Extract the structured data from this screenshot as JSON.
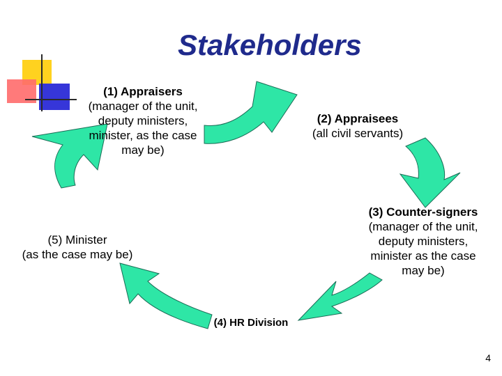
{
  "title": "Stakeholders",
  "colors": {
    "title": "#1f2a8c",
    "arrow_fill": "#2ee6a6",
    "arrow_stroke": "#1a6b55",
    "logo_yellow": "#ffd21f",
    "logo_red": "#ff6b6b",
    "logo_blue": "#3636d9",
    "logo_line": "#2a2a2a"
  },
  "nodes": [
    {
      "heading": "(1) Appraisers",
      "lines": [
        "(manager of the unit,",
        "deputy ministers,",
        "minister, as the case",
        "may be)"
      ]
    },
    {
      "heading": "(2) Appraisees",
      "lines": [
        "(all civil servants)"
      ]
    },
    {
      "heading": "(3) Counter-signers",
      "lines": [
        "(manager of the unit,",
        "deputy ministers,",
        "minister as the case",
        "may be)"
      ]
    },
    {
      "heading": "(4) HR Division",
      "lines": []
    },
    {
      "heading": "(5) Minister",
      "lines": [
        "(as the case may be)"
      ]
    }
  ],
  "page_number": "4"
}
